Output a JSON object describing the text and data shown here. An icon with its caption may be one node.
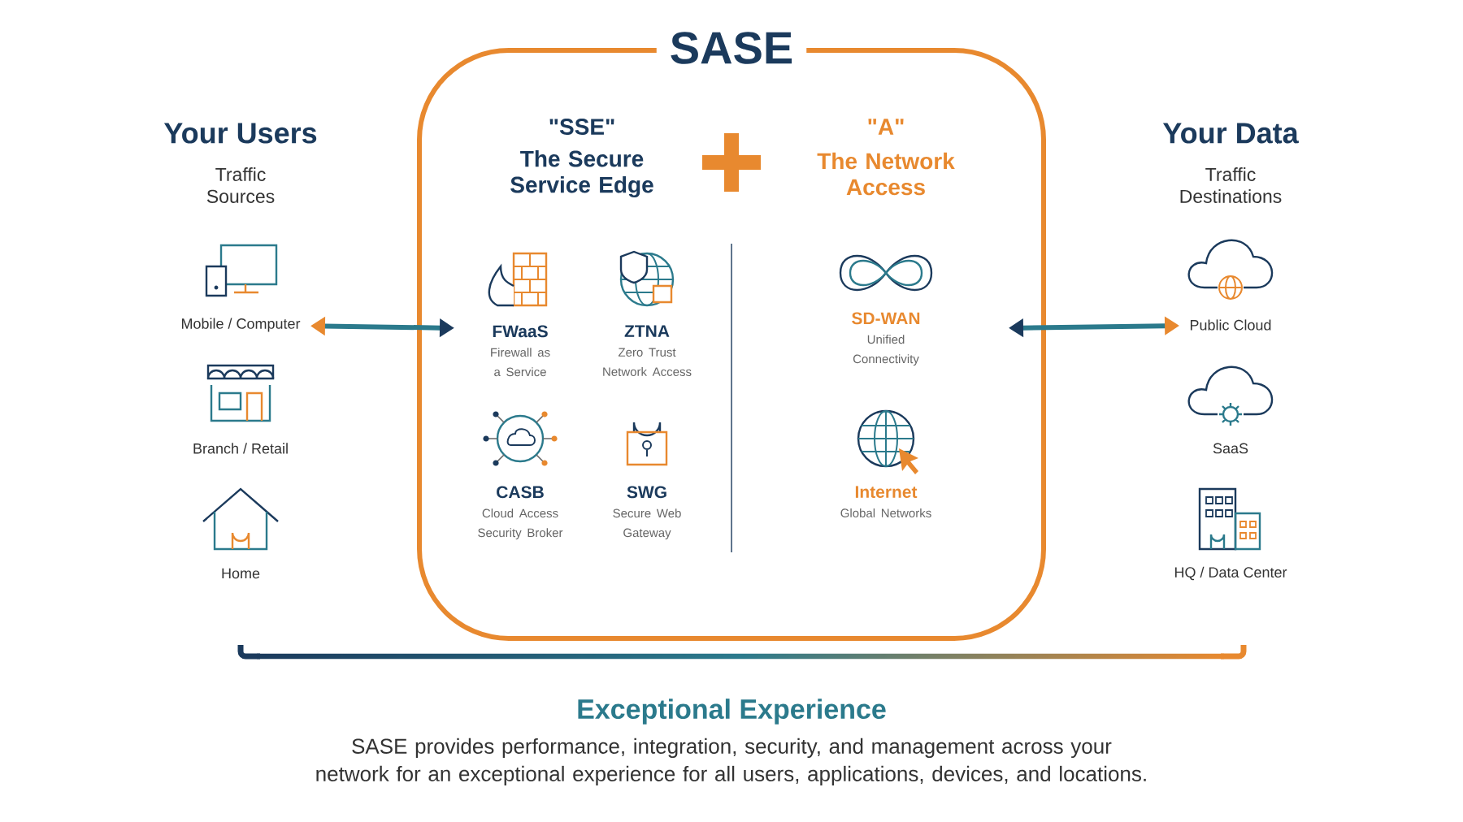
{
  "diagram": {
    "nodes": [
      {
        "text": [
          "SASE"
        ]
      },
      {
        "text": [
          "Mobile / Computer"
        ]
      },
      {
        "text": [
          "Branch / Retail"
        ]
      },
      {
        "text": [
          "Home"
        ]
      },
      {
        "text": [
          "FWaaS",
          "Firewall as a Service"
        ],
        "in": 0
      },
      {
        "text": [
          "ZTNA",
          "Zero Trust Network Access"
        ],
        "in": 0
      },
      {
        "text": [
          "CASB",
          "Cloud Access Security Broker"
        ],
        "in": 0
      },
      {
        "text": [
          "SWG",
          "Secure Web Gateway"
        ],
        "in": 0
      },
      {
        "text": [
          "SD-WAN",
          "Unified Connectivity"
        ],
        "in": 0
      },
      {
        "text": [
          "Internet",
          "Global Networks"
        ],
        "in": 0
      },
      {
        "text": [
          "Public Cloud"
        ]
      },
      {
        "text": [
          "SaaS"
        ]
      },
      {
        "text": [
          "HQ / Data Center"
        ]
      }
    ],
    "edges": [
      {
        "from": 1,
        "to": 0,
        "arrow": "both"
      },
      {
        "from": 0,
        "to": 10,
        "arrow": "both"
      }
    ],
    "labels": [
      "Your Users",
      "Traffic Sources",
      "\"SSE\"",
      "The Secure Service Edge",
      "\"A\"",
      "The Network Access",
      "Your Data",
      "Traffic Destinations",
      "Exceptional Experience",
      "SASE provides performance, integration, security, and management across your network for an exceptional experience for all users, applications, devices, and locations."
    ]
  }
}
